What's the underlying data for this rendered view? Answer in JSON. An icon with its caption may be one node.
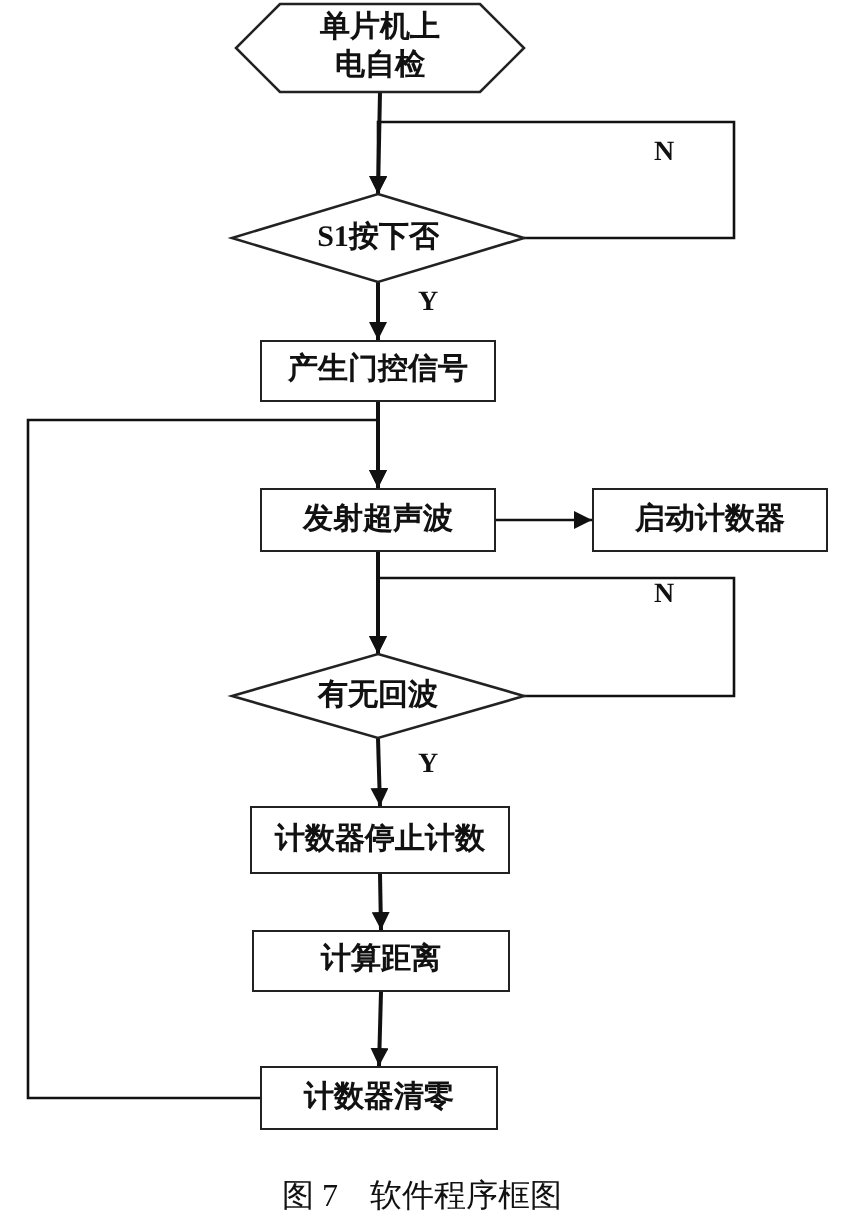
{
  "diagram": {
    "caption": "图 7　软件程序框图",
    "nodes": [
      {
        "text": [
          "单片机上电自检"
        ]
      },
      {
        "text": [
          "S1按下否"
        ]
      },
      {
        "text": [
          "产生门控信号"
        ]
      },
      {
        "text": [
          "发射超声波"
        ]
      },
      {
        "text": [
          "启动计数器"
        ]
      },
      {
        "text": [
          "有无回波"
        ]
      },
      {
        "text": [
          "计数器停止计数"
        ]
      },
      {
        "text": [
          "计算距离"
        ]
      },
      {
        "text": [
          "计数器清零"
        ]
      }
    ],
    "edges": [
      {
        "from": 0,
        "to": 1,
        "arrow": "to"
      },
      {
        "from": 1,
        "to": 1,
        "label": "N",
        "arrow": "to"
      },
      {
        "from": 1,
        "to": 2,
        "label": "Y",
        "arrow": "to"
      },
      {
        "from": 2,
        "to": 3,
        "arrow": "to"
      },
      {
        "from": 8,
        "to": 3,
        "arrow": "to"
      },
      {
        "from": 3,
        "to": 4,
        "arrow": "to"
      },
      {
        "from": 3,
        "to": 5,
        "arrow": "to"
      },
      {
        "from": 5,
        "to": 5,
        "label": "N",
        "arrow": "to"
      },
      {
        "from": 5,
        "to": 6,
        "label": "Y",
        "arrow": "to"
      },
      {
        "from": 6,
        "to": 7,
        "arrow": "to"
      },
      {
        "from": 7,
        "to": 8,
        "arrow": "to"
      }
    ]
  }
}
